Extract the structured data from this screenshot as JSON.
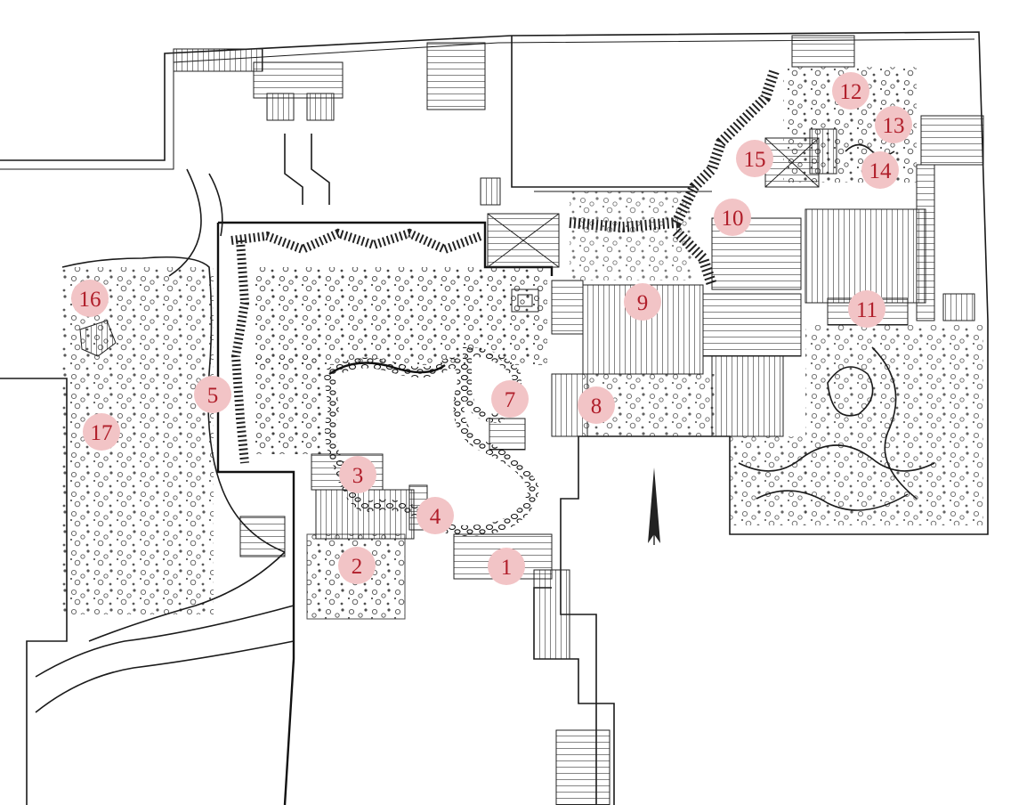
{
  "marker_color": "#f2c4c6",
  "marker_text_color": "#b01e2a",
  "markers": [
    "1",
    "2",
    "3",
    "4",
    "5",
    "7",
    "8",
    "9",
    "10",
    "11",
    "12",
    "13",
    "14",
    "15",
    "16",
    "17"
  ]
}
